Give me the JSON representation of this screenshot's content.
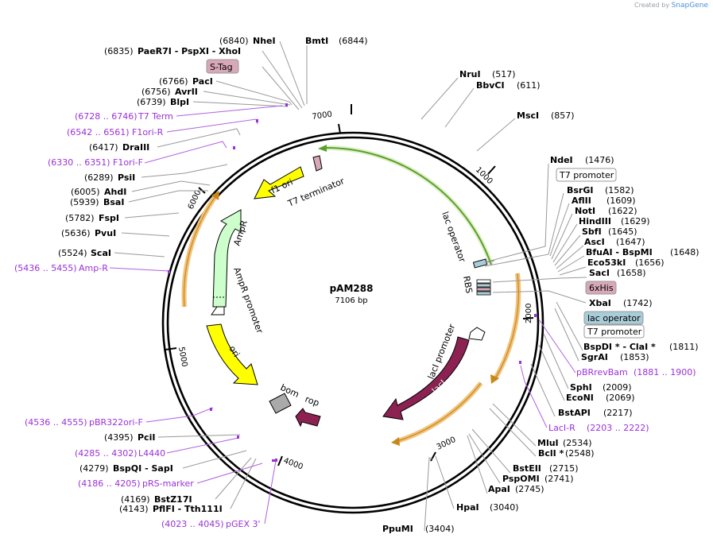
{
  "credit": {
    "prefix": "Created by",
    "brand": "SnapGene"
  },
  "plasmid": {
    "name": "pAM288",
    "size_label": "7106 bp",
    "length": 7106
  },
  "ruler_ticks": [
    {
      "pos": 1000,
      "label": "1000"
    },
    {
      "pos": 2000,
      "label": "2000"
    },
    {
      "pos": 3000,
      "label": "3000"
    },
    {
      "pos": 4000,
      "label": "4000"
    },
    {
      "pos": 5000,
      "label": "5000"
    },
    {
      "pos": 6000,
      "label": "6000"
    },
    {
      "pos": 7000,
      "label": "7000"
    }
  ],
  "colors": {
    "enzyme_text": "#000000",
    "primer_text": "#9b30d9",
    "feature_pink": "#d8a8b8",
    "feature_blue": "#a8ccd8",
    "ori_yellow": "#ffff00",
    "ampr_green": "#ccffcc",
    "laci_purple": "#8b2252",
    "orange_arc": "#f2c27a",
    "green_arc": "#5aa02c"
  },
  "enzymes_left": [
    {
      "name": "NheI",
      "pos": "(6840)",
      "bp": 6840
    },
    {
      "name": "PaeR7I - PspXI - XhoI",
      "pos": "(6835)",
      "bp": 6835
    },
    {
      "name": "PacI",
      "pos": "(6766)",
      "bp": 6766
    },
    {
      "name": "AvrII",
      "pos": "(6756)",
      "bp": 6756
    },
    {
      "name": "BlpI",
      "pos": "(6739)",
      "bp": 6739
    },
    {
      "name": "DraIII",
      "pos": "(6417)",
      "bp": 6417
    },
    {
      "name": "PsiI",
      "pos": "(6289)",
      "bp": 6289
    },
    {
      "name": "AhdI",
      "pos": "(6005)",
      "bp": 6005
    },
    {
      "name": "BsaI",
      "pos": "(5939)",
      "bp": 5939
    },
    {
      "name": "FspI",
      "pos": "(5782)",
      "bp": 5782
    },
    {
      "name": "PvuI",
      "pos": "(5636)",
      "bp": 5636
    },
    {
      "name": "ScaI",
      "pos": "(5524)",
      "bp": 5524
    },
    {
      "name": "PciI",
      "pos": "(4395)",
      "bp": 4395
    },
    {
      "name": "BspQI - SapI",
      "pos": "(4279)",
      "bp": 4279
    },
    {
      "name": "BstZ17I",
      "pos": "(4169)",
      "bp": 4169
    },
    {
      "name": "PflFI - Tth111I",
      "pos": "(4143)",
      "bp": 4143
    }
  ],
  "enzymes_right": [
    {
      "name": "BmtI",
      "pos": "(6844)",
      "bp": 6844
    },
    {
      "name": "NruI",
      "pos": "(517)",
      "bp": 517
    },
    {
      "name": "BbvCI",
      "pos": "(611)",
      "bp": 611
    },
    {
      "name": "MscI",
      "pos": "(857)",
      "bp": 857
    },
    {
      "name": "NdeI",
      "pos": "(1476)",
      "bp": 1476
    },
    {
      "name": "BsrGI",
      "pos": "(1582)",
      "bp": 1582
    },
    {
      "name": "AflII",
      "pos": "(1609)",
      "bp": 1609
    },
    {
      "name": "NotI",
      "pos": "(1622)",
      "bp": 1622
    },
    {
      "name": "HindIII",
      "pos": "(1629)",
      "bp": 1629
    },
    {
      "name": "SbfI",
      "pos": "(1645)",
      "bp": 1645
    },
    {
      "name": "AscI",
      "pos": "(1647)",
      "bp": 1647
    },
    {
      "name": "BfuAI - BspMI",
      "pos": "(1648)",
      "bp": 1648
    },
    {
      "name": "Eco53kI",
      "pos": "(1656)",
      "bp": 1656
    },
    {
      "name": "SacI",
      "pos": "(1658)",
      "bp": 1658
    },
    {
      "name": "XbaI",
      "pos": "(1742)",
      "bp": 1742
    },
    {
      "name": "BspDI * - ClaI *",
      "pos": "(1811)",
      "bp": 1811
    },
    {
      "name": "SgrAI",
      "pos": "(1853)",
      "bp": 1853
    },
    {
      "name": "SphI",
      "pos": "(2009)",
      "bp": 2009
    },
    {
      "name": "EcoNI",
      "pos": "(2069)",
      "bp": 2069
    },
    {
      "name": "BstAPI",
      "pos": "(2217)",
      "bp": 2217
    },
    {
      "name": "MluI",
      "pos": "(2534)",
      "bp": 2534
    },
    {
      "name": "BclI *",
      "pos": "(2548)",
      "bp": 2548
    },
    {
      "name": "BstEII",
      "pos": "(2715)",
      "bp": 2715
    },
    {
      "name": "PspOMI",
      "pos": "(2741)",
      "bp": 2741
    },
    {
      "name": "ApaI",
      "pos": "(2745)",
      "bp": 2745
    },
    {
      "name": "HpaI",
      "pos": "(3040)",
      "bp": 3040
    },
    {
      "name": "PpuMI",
      "pos": "(3404)",
      "bp": 3404
    }
  ],
  "primers": [
    {
      "label": "T7 Term",
      "range": "(6728 .. 6746)",
      "bp": 6737
    },
    {
      "label": "F1ori-R",
      "range": "(6542 .. 6561)",
      "bp": 6551
    },
    {
      "label": "F1ori-F",
      "range": "(6330 .. 6351)",
      "bp": 6340
    },
    {
      "label": "Amp-R",
      "range": "(5436 .. 5455)",
      "bp": 5445
    },
    {
      "label": "pBR322ori-F",
      "range": "(4536 .. 4555)",
      "bp": 4545
    },
    {
      "label": "L4440",
      "range": "(4285 .. 4302)",
      "bp": 4293
    },
    {
      "label": "pRS-marker",
      "range": "(4186 .. 4205)",
      "bp": 4195
    },
    {
      "label": "pGEX 3'",
      "range": "(4023 .. 4045)",
      "bp": 4034
    },
    {
      "label": "pBRrevBam",
      "range": "(1881 .. 1900)",
      "bp": 1890
    },
    {
      "label": "LacI-R",
      "range": "(2203 .. 2222)",
      "bp": 2212
    }
  ],
  "boxed_features": [
    {
      "label": "S-Tag",
      "style": "pink"
    },
    {
      "label": "T7 promoter",
      "style": "white"
    },
    {
      "label": "6xHis",
      "style": "pink"
    },
    {
      "label": "lac operator",
      "style": "blue"
    },
    {
      "label": "T7 promoter",
      "style": "white"
    }
  ],
  "features": [
    {
      "label": "f1 ori"
    },
    {
      "label": "T7 terminator"
    },
    {
      "label": "AmpR"
    },
    {
      "label": "AmpR promoter"
    },
    {
      "label": "ori"
    },
    {
      "label": "bom"
    },
    {
      "label": "rop"
    },
    {
      "label": "lacI"
    },
    {
      "label": "lacI promoter"
    },
    {
      "label": "lac operator"
    },
    {
      "label": "RBS"
    }
  ]
}
